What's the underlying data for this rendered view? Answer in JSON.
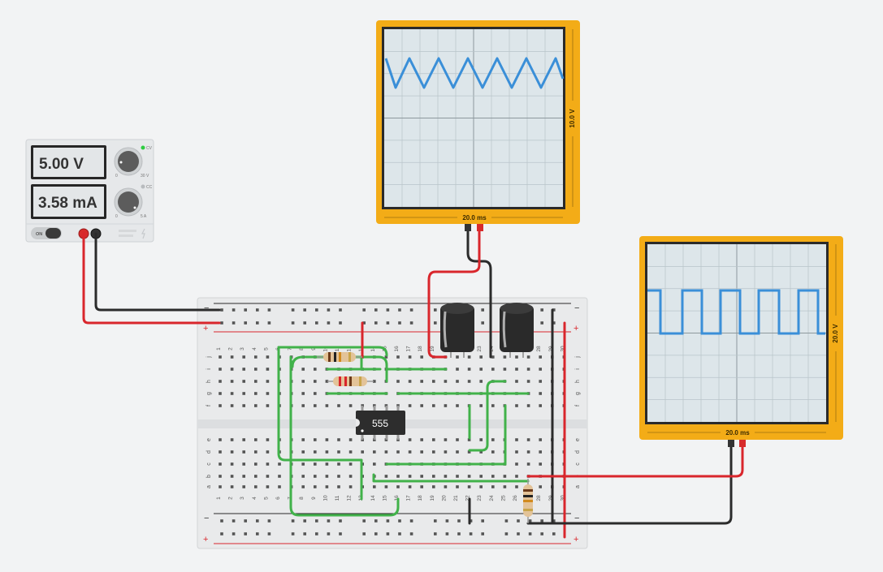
{
  "power_supply": {
    "voltage": "5.00 V",
    "current": "3.58 mA",
    "switch_label": "ON",
    "cv_label": "CV",
    "cc_label": "CC",
    "knob_v_min": "0",
    "knob_v_max": "30 V",
    "knob_i_min": "0",
    "knob_i_max": "5 A",
    "cv_led_color": "#2ecc40"
  },
  "oscilloscope_1": {
    "time_label": "20.0 ms",
    "volt_label": "10.0 V",
    "waveform": "triangle",
    "trace_color": "#3a8fd8",
    "frame_color": "#f3ac17"
  },
  "oscilloscope_2": {
    "time_label": "20.0 ms",
    "volt_label": "20.0 V",
    "waveform": "square",
    "trace_color": "#3a8fd8",
    "frame_color": "#f3ac17"
  },
  "chip": {
    "label": "555"
  },
  "breadboard": {
    "rail_plus": "+",
    "rail_minus": "−",
    "column_numbers": [
      "1",
      "2",
      "3",
      "4",
      "5",
      "6",
      "7",
      "8",
      "9",
      "10",
      "11",
      "12",
      "13",
      "14",
      "15",
      "16",
      "17",
      "18",
      "19",
      "20",
      "21",
      "22",
      "23",
      "24",
      "25",
      "26",
      "27",
      "28",
      "29",
      "30"
    ],
    "rows_top": [
      "j",
      "i",
      "h",
      "g",
      "f"
    ],
    "rows_bottom": [
      "e",
      "d",
      "c",
      "b",
      "a"
    ]
  },
  "wire_colors": {
    "red": "#d9262c",
    "black": "#2b2b2b",
    "green": "#41b24a"
  }
}
